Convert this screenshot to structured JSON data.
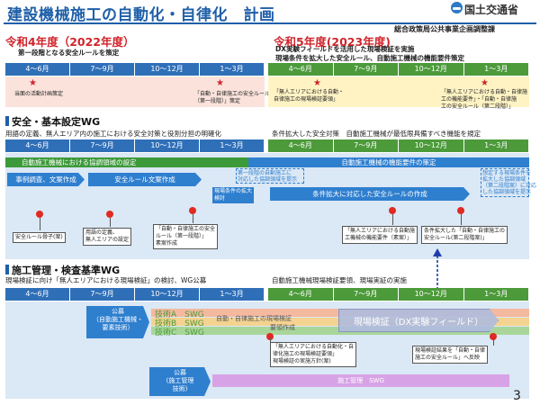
{
  "header": {
    "title": "建設機械施工の自動化・自律化　計画",
    "logo_text": "国土交通省",
    "department": "総合政策局公共事業企画調整課"
  },
  "year4": {
    "label": "令和4年度（2022年度）",
    "subtitle": "第一段階となる安全ルールを策定",
    "quarters": [
      "4～6月",
      "7～9月",
      "10～12月",
      "1～3月"
    ],
    "band_note_1": "当面の活動計画策定",
    "band_note_2_l1": "「自動・自律施工の安全ルール",
    "band_note_2_l2": "（第一段階）」策定"
  },
  "year5": {
    "label": "令和5年度(2023年度)",
    "subtitle_1": "DX実験フィールドを活用した現場検証を実施",
    "subtitle_2": "現場条件を拡大した安全ルール、自動施工機械の機能要件策定",
    "quarters": [
      "4～6月",
      "7～9月",
      "10～12月",
      "1～3月"
    ],
    "band_note_1_l1": "「無人エリアにおける自動・",
    "band_note_1_l2": "自律施工の現場検証要領」",
    "band_note_2_l1": "「無人エリアにおける自動・自律施",
    "band_note_2_l2": "工の機能要件」・「自動・自律施",
    "band_note_2_l3": "工の安全ルール（第二段階）」"
  },
  "safety": {
    "section_title": "安全・基本設定WG",
    "left_desc": "用語の定義、無人エリア内の施工における安全対策と役割分担の明確化",
    "right_desc": "条件拡大した安全対策　自動施工機械が最低限具備すべき機能を規定",
    "quarters": [
      "4～6月",
      "7～9月",
      "10～12月",
      "1～3月",
      "4～6月",
      "7～9月",
      "10～12月",
      "1～3月"
    ],
    "green_bar": "自動施工機械における協調領域の設定",
    "blue_bar": "自動施工機械の機能要件の策定",
    "arrow_1": "事例調査、文案作成",
    "arrow_2": "安全ルール文案作成",
    "arrow_3": "条件拡大に対応した安全ルールの作成",
    "note_1_l1": "第一段階の自動施工に",
    "note_1_l2": "対応した協調領域を提示",
    "note_2_l1": "想定する現場条件を",
    "note_2_l2": "拡大した協調領域",
    "note_2_l3": "（第二段階案）に対応",
    "note_2_l4": "した協調領域を提示",
    "note_3_l1": "現場条件の拡大",
    "note_3_l2": "検討",
    "callout_1": "安全ルール骨子(案)",
    "callout_2_l1": "用語の定義、",
    "callout_2_l2": "無人エリアの設定",
    "callout_3_l1": "「自動・自律施工の安全",
    "callout_3_l2": "ルール（第一段階）」",
    "callout_3_l3": "素案作成",
    "callout_4_l1": "「無人エリアにおける自動施",
    "callout_4_l2": "工機械の機能要件（素案）」",
    "callout_5_l1": "条件拡大した「自動・自律施工の",
    "callout_5_l2": "安全ルール(第二段階案)」"
  },
  "construction": {
    "section_title": "施工管理・検査基準WG",
    "left_desc": "現場検証に向け「無人エリアにおける現場検証」の検討、WG公募",
    "right_desc": "自動施工機械現場検証要領、現場実証の実施",
    "quarters": [
      "4～6月",
      "7～9月",
      "10～12月",
      "1～3月",
      "4～6月",
      "7～9月",
      "10～12月",
      "1～3月"
    ],
    "public_1_l1": "公募",
    "public_1_l2": "（自動施工機械・",
    "public_1_l3": "要素技術）",
    "tech_a": "技術A　SWG",
    "tech_b": "技術B　SWG",
    "tech_c": "技術C　SWG",
    "swg_text": "自動・自律施工の現場検証",
    "swg_text_2": "要領作成",
    "field_label": "現場検証（DX実験フィールド）",
    "callout_6_l1": "「無人エリアにおける自動化・自",
    "callout_6_l2": "律化施工の現場検証要領」",
    "callout_6_l3": "現場検証の実施方針(案)",
    "callout_7_l1": "現場検証結果を「自動・自律",
    "callout_7_l2": "施工の安全ルール」へ反映",
    "public_2_l1": "公募",
    "public_2_l2": "(施工管理",
    "public_2_l3": "技術)",
    "mgmt_swg": "施工管理　SWG"
  },
  "page_number": "3"
}
